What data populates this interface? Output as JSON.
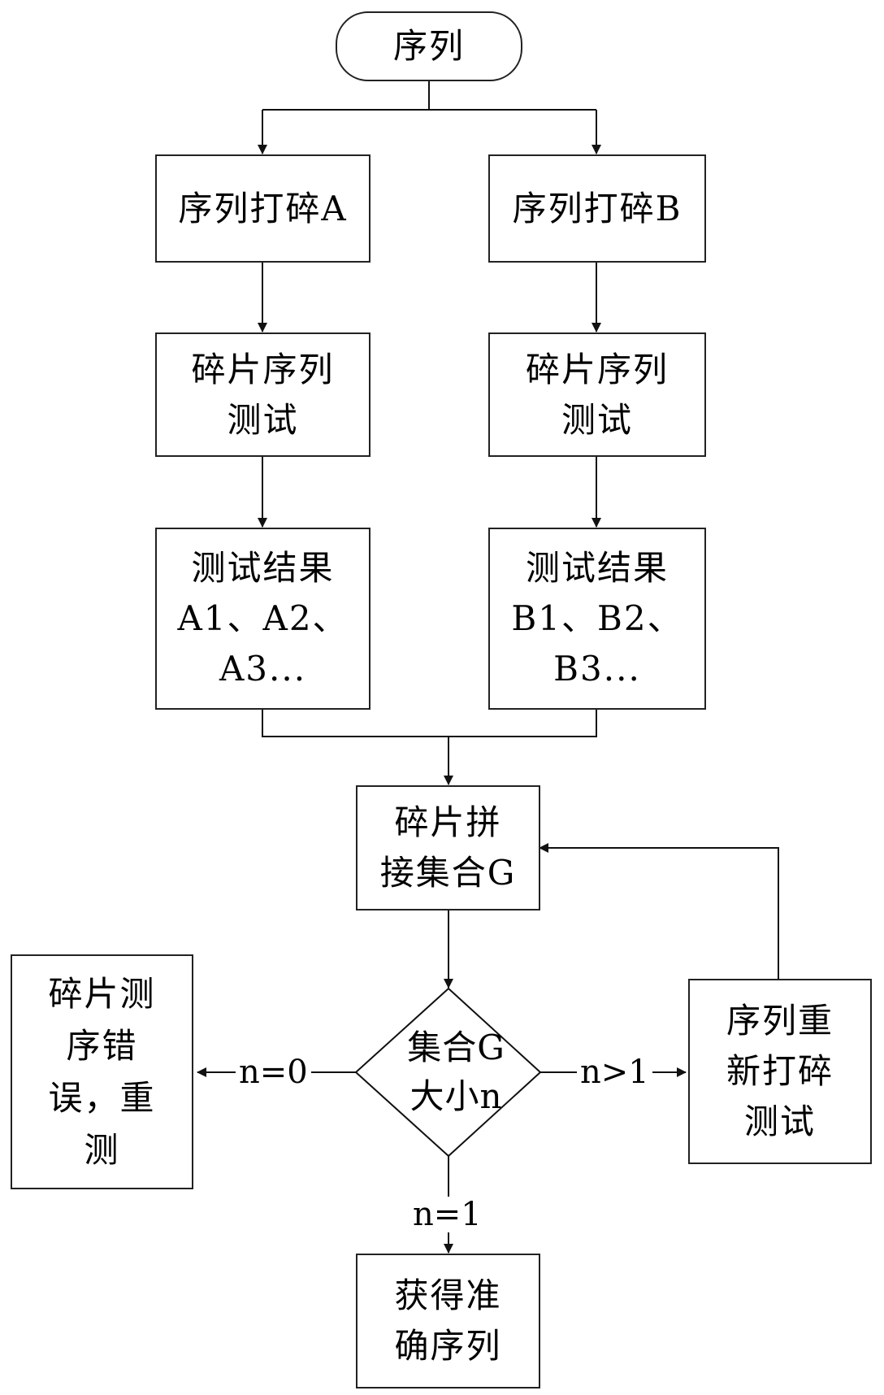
{
  "nodes": {
    "start": "序列",
    "shatter_a": "序列打碎A",
    "shatter_b": "序列打碎B",
    "fragment_test_a": "碎片序列\n测试",
    "fragment_test_b": "碎片序列\n测试",
    "result_a": "测试结果\nA1、A2、\nA3...",
    "result_b": "测试结果\nB1、B2、\nB3...",
    "assemble_g": "碎片拼\n接集合G",
    "decision": "集合G\n大小n",
    "error_retest": "碎片测\n序错\n误，重\n测",
    "reshatter": "序列重\n新打碎\n测试",
    "accurate": "获得准\n确序列"
  },
  "edge_labels": {
    "n_zero": "n=0",
    "n_gt_one": "n>1",
    "n_one": "n=1"
  }
}
